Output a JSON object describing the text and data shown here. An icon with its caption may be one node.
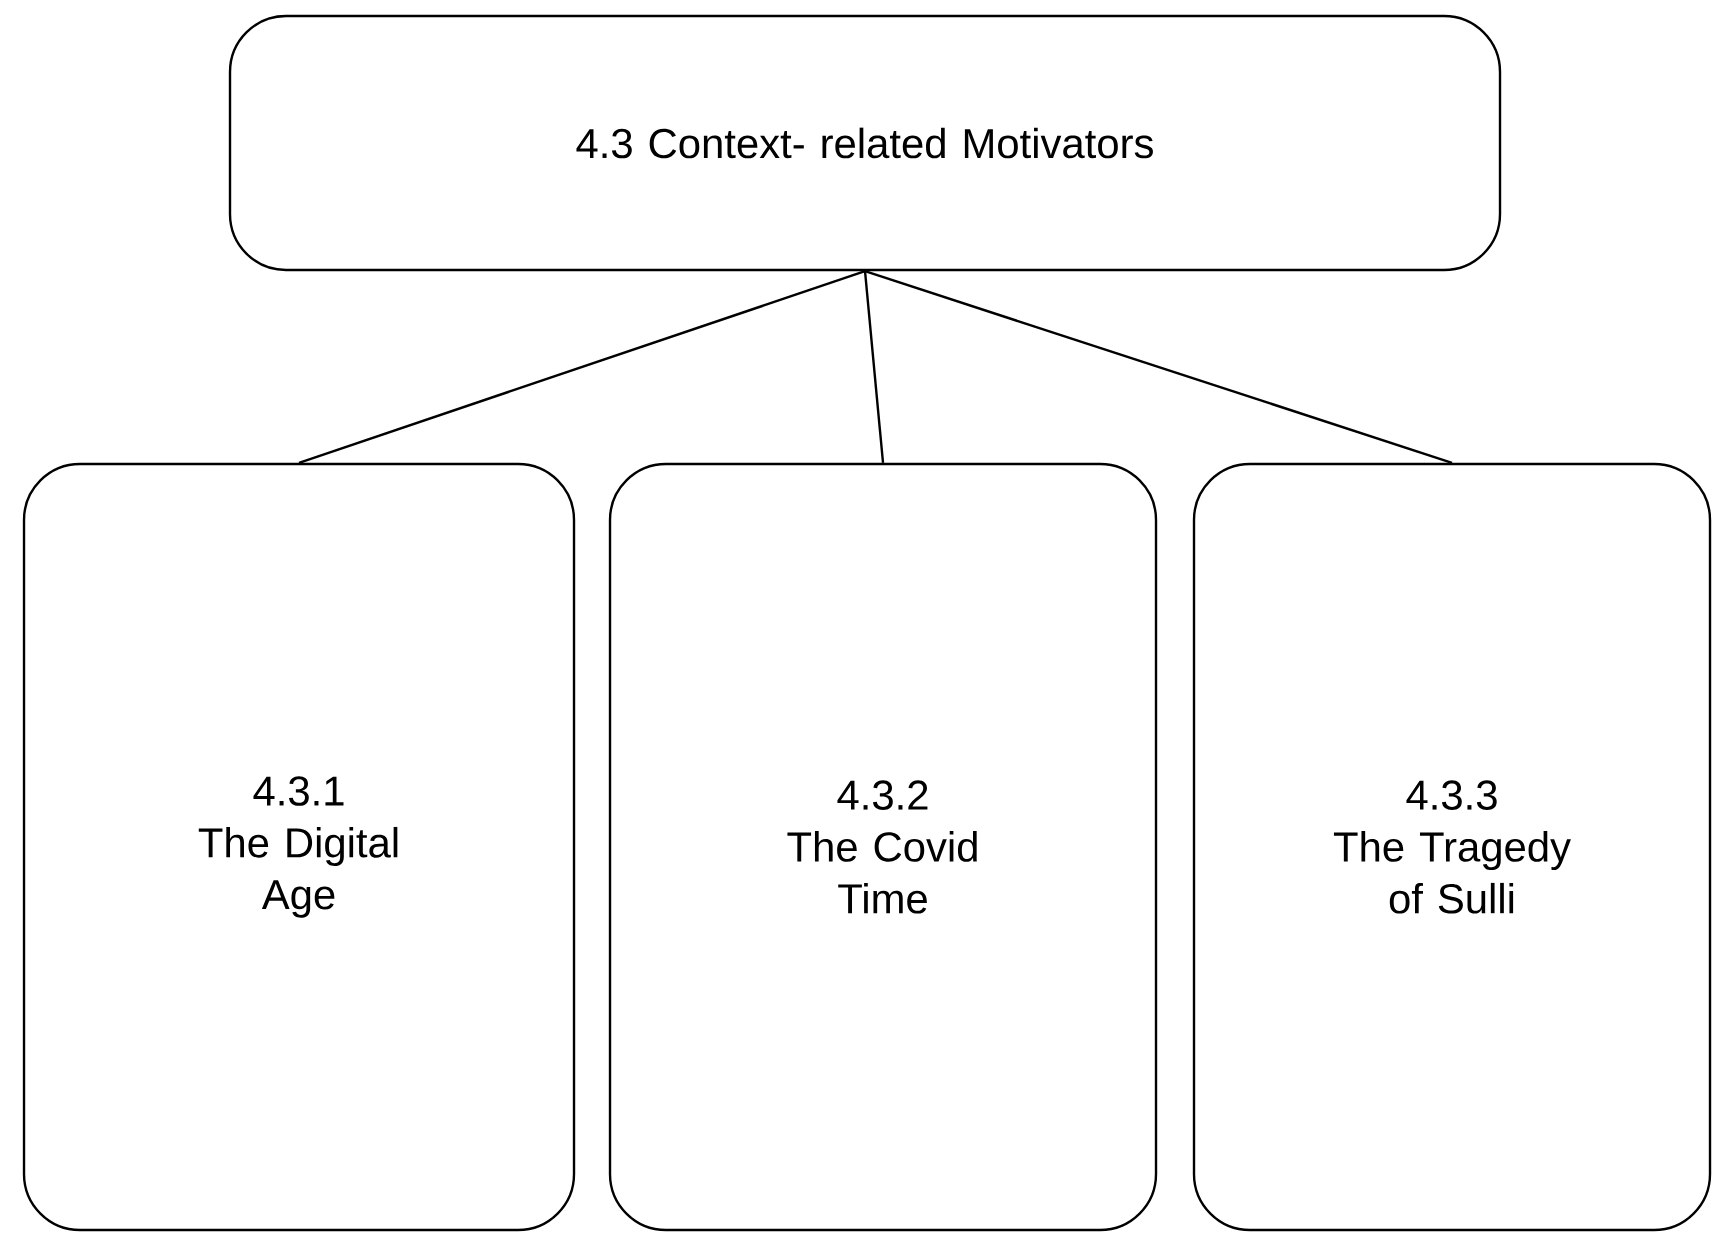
{
  "diagram": {
    "nodes": [
      {
        "text": [
          "4.3 Context- related Motivators"
        ]
      },
      {
        "text": [
          "4.3.1",
          "The Digital Age"
        ]
      },
      {
        "text": [
          "4.3.2",
          "The Covid Time"
        ]
      },
      {
        "text": [
          "4.3.3",
          "The Tragedy of Sulli"
        ]
      }
    ],
    "edges": [
      {
        "from": 0,
        "to": 1,
        "arrow": "none"
      },
      {
        "from": 0,
        "to": 2,
        "arrow": "none"
      },
      {
        "from": 0,
        "to": 3,
        "arrow": "none"
      }
    ]
  }
}
